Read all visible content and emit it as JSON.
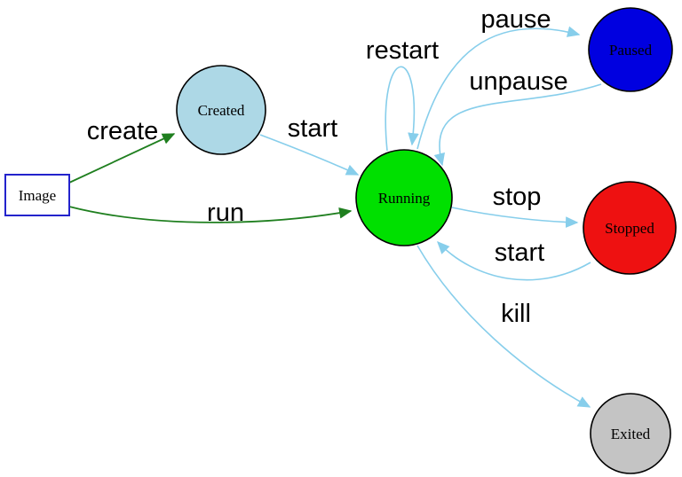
{
  "colors": {
    "background": "#ffffff",
    "edge_transition": "#87ceeb",
    "edge_create": "#1f7f1f",
    "node_border": "#000000",
    "image_border": "#2323cc",
    "label_text": "#000000"
  },
  "nodes": {
    "image": {
      "label": "Image",
      "shape": "rectangle",
      "color": "#ffffff"
    },
    "created": {
      "label": "Created",
      "shape": "circle",
      "color": "#add8e6"
    },
    "running": {
      "label": "Running",
      "shape": "circle",
      "color": "#00e000"
    },
    "paused": {
      "label": "Paused",
      "shape": "circle",
      "color": "#0000e0"
    },
    "stopped": {
      "label": "Stopped",
      "shape": "circle",
      "color": "#ee1111"
    },
    "exited": {
      "label": "Exited",
      "shape": "circle",
      "color": "#c4c4c4"
    }
  },
  "edges": {
    "create": {
      "label": "create",
      "from": "image",
      "to": "created"
    },
    "run": {
      "label": "run",
      "from": "image",
      "to": "running"
    },
    "start_created": {
      "label": "start",
      "from": "created",
      "to": "running"
    },
    "restart": {
      "label": "restart",
      "from": "running",
      "to": "running"
    },
    "pause": {
      "label": "pause",
      "from": "running",
      "to": "paused"
    },
    "unpause": {
      "label": "unpause",
      "from": "paused",
      "to": "running"
    },
    "stop": {
      "label": "stop",
      "from": "running",
      "to": "stopped"
    },
    "start_stopped": {
      "label": "start",
      "from": "stopped",
      "to": "running"
    },
    "kill": {
      "label": "kill",
      "from": "running",
      "to": "exited"
    }
  }
}
